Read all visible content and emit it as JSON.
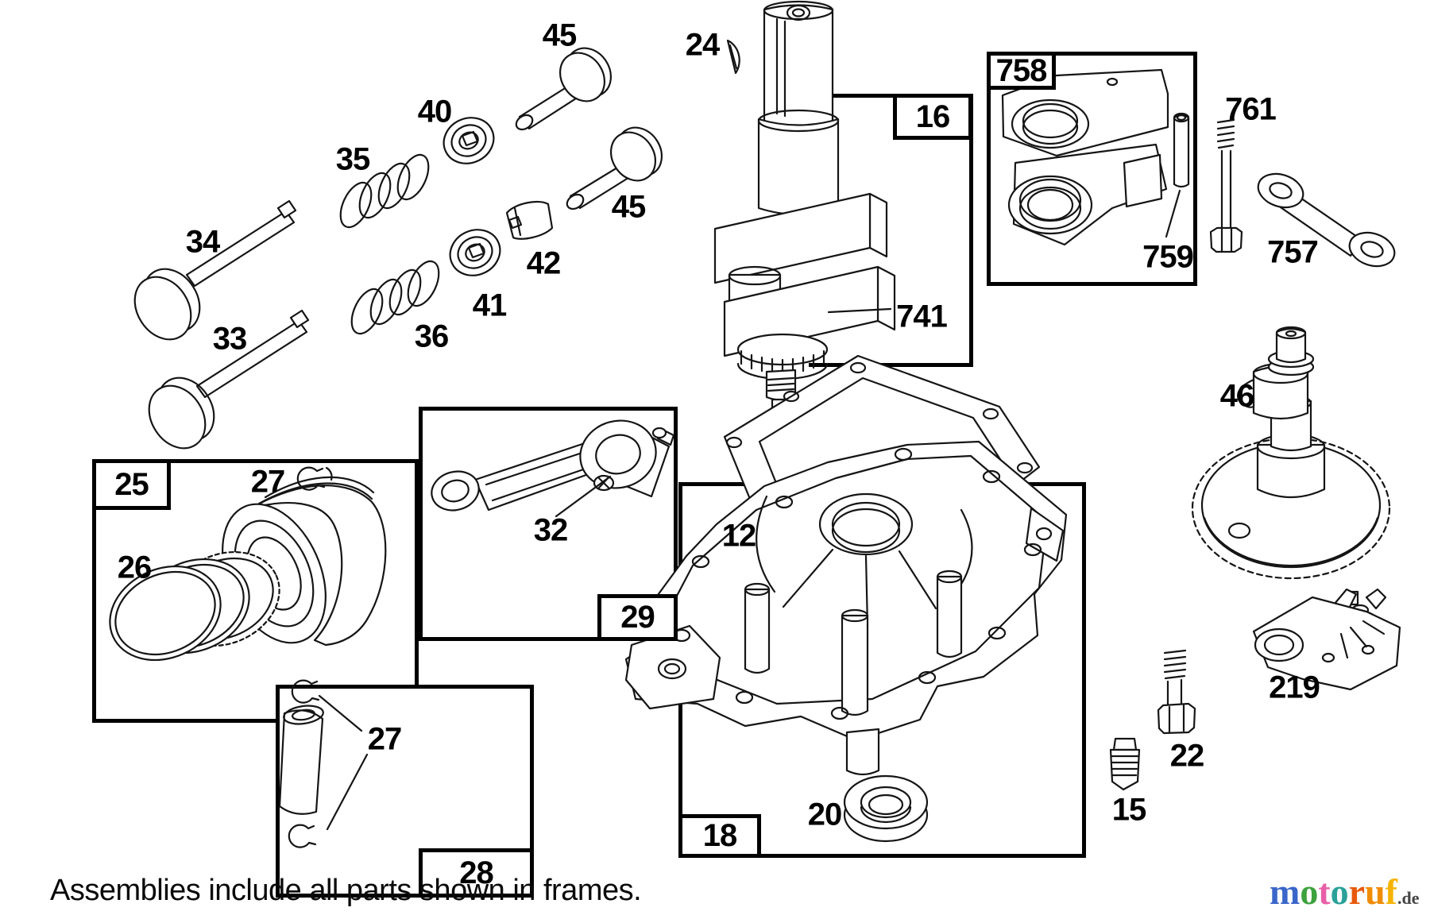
{
  "page": {
    "caption": "Assemblies include all parts shown in frames.",
    "colors": {
      "background": "#ffffff",
      "line_art": "#151515"
    }
  },
  "frames": {
    "f758": {
      "label": "758"
    },
    "f16": {
      "label": "16"
    },
    "f25": {
      "label": "25"
    },
    "f29": {
      "label": "29"
    },
    "f28": {
      "label": "28"
    },
    "f18": {
      "label": "18"
    }
  },
  "part_labels": {
    "p45_top": "45",
    "p24": "24",
    "p40": "40",
    "p35": "35",
    "p34": "34",
    "p45_mid": "45",
    "p42": "42",
    "p41": "41",
    "p33": "33",
    "p36": "36",
    "p741": "741",
    "p761": "761",
    "p759": "759",
    "p757": "757",
    "p46": "46",
    "p27_piston": "27",
    "p26": "26",
    "p32": "32",
    "p12": "12",
    "p27_pin": "27",
    "p20": "20",
    "p22": "22",
    "p15": "15",
    "p219": "219"
  },
  "watermark": {
    "letters": [
      {
        "ch": "m",
        "color": "#3a66c9"
      },
      {
        "ch": "o",
        "color": "#3da23d"
      },
      {
        "ch": "t",
        "color": "#e85fa7"
      },
      {
        "ch": "o",
        "color": "#2aa198"
      },
      {
        "ch": "r",
        "color": "#e8590c"
      },
      {
        "ch": "u",
        "color": "#f08c00"
      },
      {
        "ch": "f",
        "color": "#f5b301"
      }
    ],
    "suffix": ".de"
  }
}
